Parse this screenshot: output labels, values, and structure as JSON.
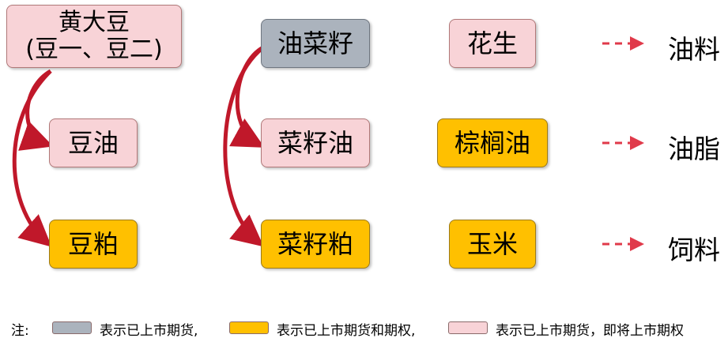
{
  "nodes": {
    "soybean": {
      "line1": "黄大豆",
      "line2": "(豆一、豆二)"
    },
    "soy_oil": "豆油",
    "soy_meal": "豆粕",
    "rapeseed": "油菜籽",
    "rapeseed_oil": "菜籽油",
    "rapeseed_meal": "菜籽粕",
    "peanut": "花生",
    "palm_oil": "棕榈油",
    "corn": "玉米"
  },
  "categories": {
    "oilseed": "油料",
    "oil": "油脂",
    "feed": "饲料"
  },
  "legend": {
    "prefix": "注:",
    "gray_label": "表示已上市期货,",
    "orange_label": "表示已上市期货和期权,",
    "pink_label": "表示已上市期货，即将上市期权"
  },
  "colors": {
    "pink": "#f8d3d7",
    "orange": "#ffc000",
    "gray": "#abb3bd",
    "arrow": "#c0182a"
  }
}
